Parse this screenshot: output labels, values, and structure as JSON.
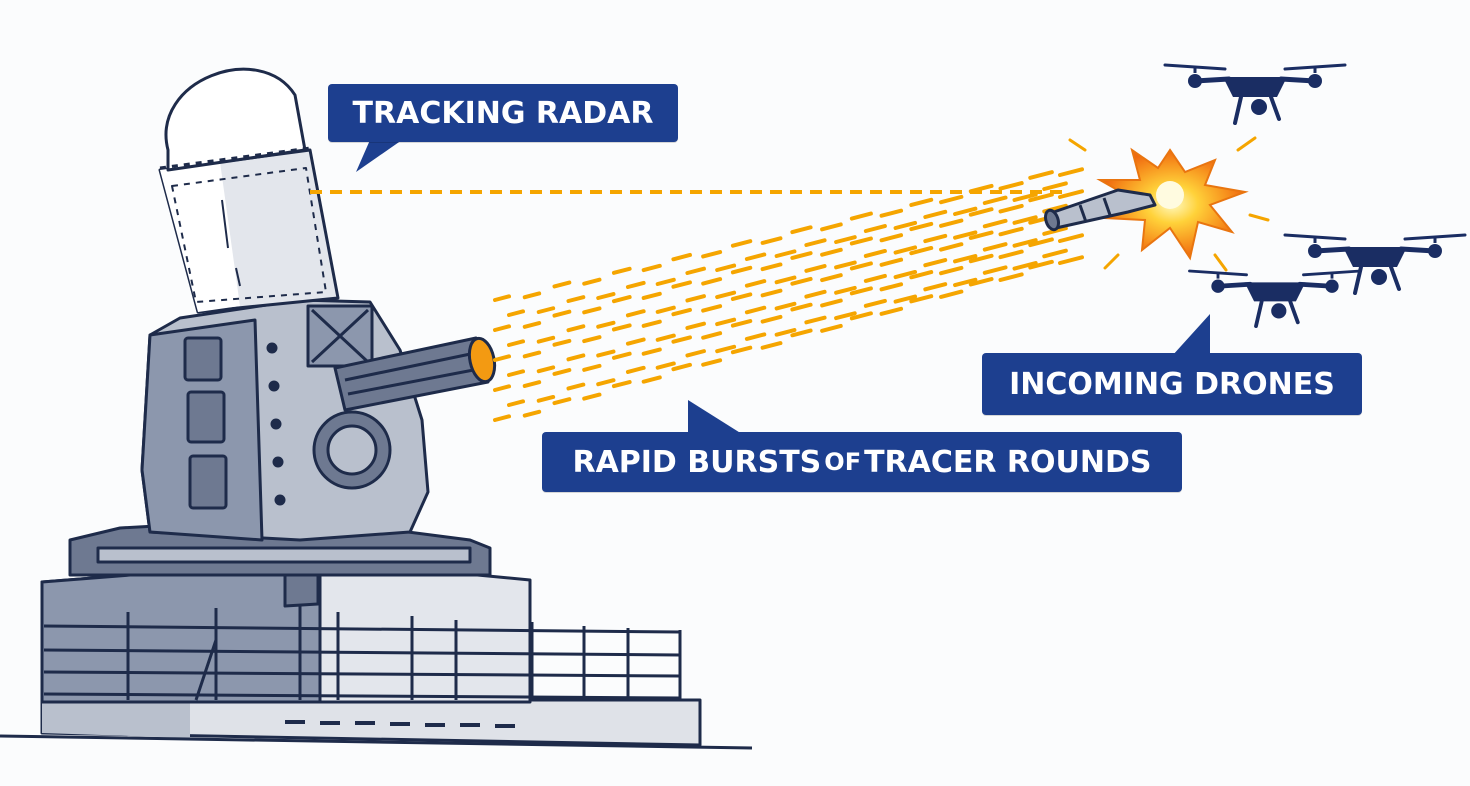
{
  "labels": {
    "radar": "TRACKING RADAR",
    "drones": "INCOMING DRONES",
    "tracer_part1": "RAPID BURSTS",
    "tracer_of": "OF",
    "tracer_part2": "TRACER ROUNDS"
  },
  "colors": {
    "label_bg": "#1d3f8f",
    "drone": "#1a2d63",
    "tracer": "#f5a500",
    "explosion": "#f39a12",
    "mount_dark": "#8c97ad",
    "mount_light": "#e3e6ec",
    "outline": "#1e2b4a"
  },
  "icons": {
    "drone": "quadcopter-drone-icon",
    "projectile": "projectile-icon",
    "explosion": "explosion-icon"
  }
}
